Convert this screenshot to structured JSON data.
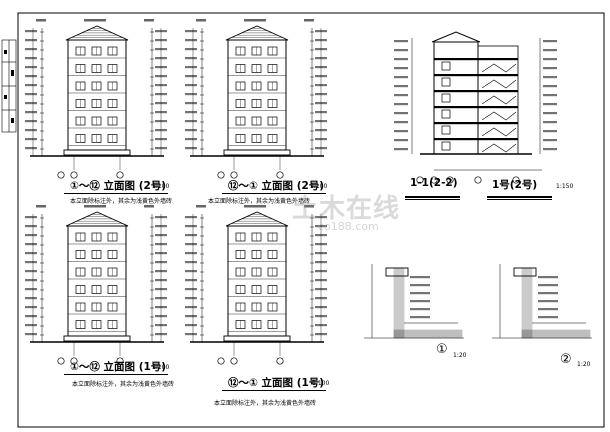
{
  "elevations": [
    {
      "id": "elev-top-left",
      "title": "①～⑫ 立面图 (2号)",
      "scale": "1:100",
      "note": "本立面除标注外，其余为浅黄色外墙砖"
    },
    {
      "id": "elev-top-right",
      "title": "⑫～① 立面图 (2号)",
      "scale": "1:100",
      "note": "本立面除标注外，其余为浅黄色外墙砖"
    },
    {
      "id": "elev-bottom-left",
      "title": "①～⑫ 立面图 (1号)",
      "scale": "1:100",
      "note": "本立面除标注外，其余为浅黄色外墙砖"
    },
    {
      "id": "elev-bottom-right",
      "title": "⑫～① 立面图 (1号)",
      "scale": "1:100",
      "note": "本立面除标注外，其余为浅黄色外墙砖"
    }
  ],
  "section": {
    "title": "1-1(2-2)",
    "subtitle": "1号(2号)",
    "scale": "1:150"
  },
  "details": [
    {
      "id": "detail-1",
      "label": "①",
      "scale": "1:20"
    },
    {
      "id": "detail-2",
      "label": "②",
      "scale": "1:20"
    }
  ],
  "watermark": {
    "main": "土木在线",
    "sub": "co188.com"
  }
}
